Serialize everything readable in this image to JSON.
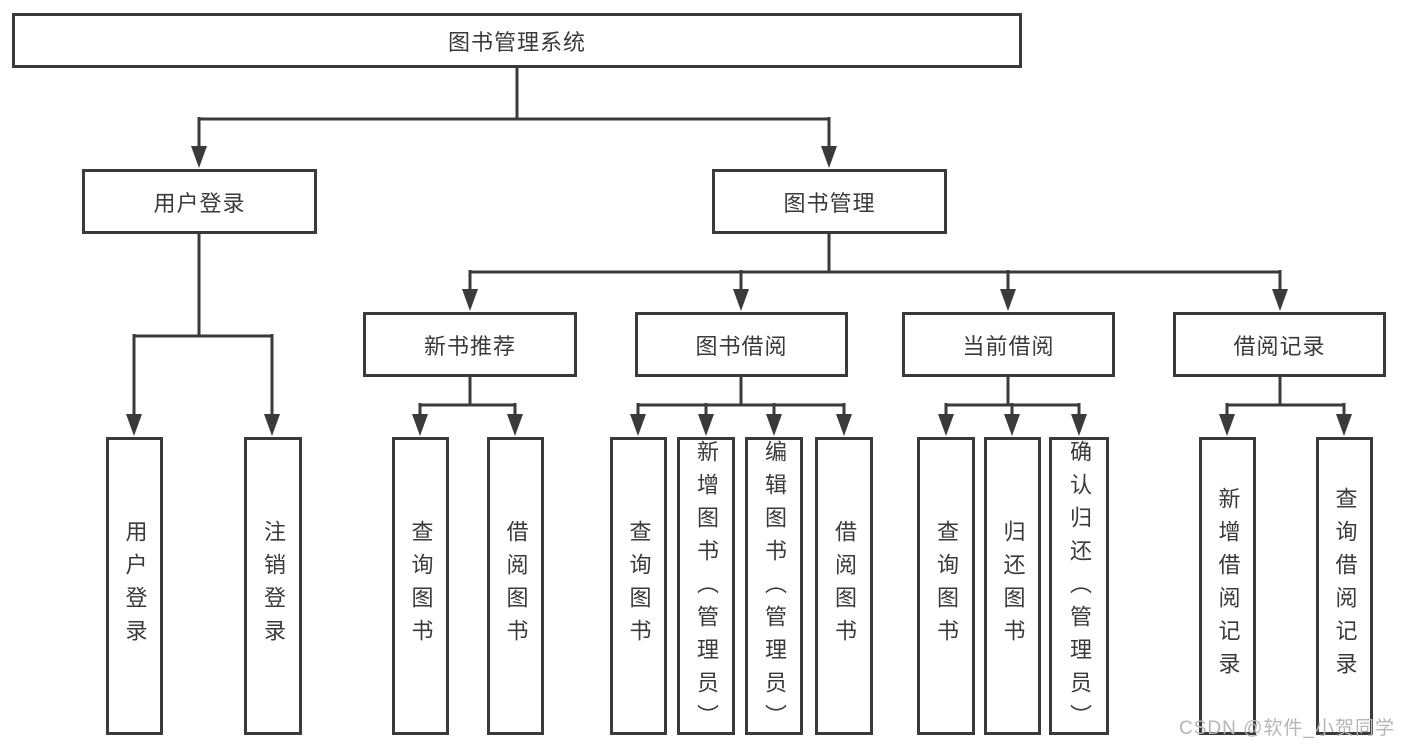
{
  "diagram": {
    "type": "function-structure-tree",
    "colors": {
      "line": "#3a3a3a",
      "box_border": "#3a3a3a",
      "text": "#3a3a3a",
      "background": "#ffffff",
      "watermark": "#b6b6b6"
    },
    "root": {
      "label": "图书管理系统"
    },
    "branches": [
      {
        "label": "用户登录",
        "children": [
          {
            "label": "用户登录"
          },
          {
            "label": "注销登录"
          }
        ]
      },
      {
        "label": "图书管理",
        "children": [
          {
            "label": "新书推荐",
            "children": [
              {
                "label": "查询图书"
              },
              {
                "label": "借阅图书"
              }
            ]
          },
          {
            "label": "图书借阅",
            "children": [
              {
                "label": "查询图书"
              },
              {
                "label": "新增图书（管理员）"
              },
              {
                "label": "编辑图书（管理员）"
              },
              {
                "label": "借阅图书"
              }
            ]
          },
          {
            "label": "当前借阅",
            "children": [
              {
                "label": "查询图书"
              },
              {
                "label": "归还图书"
              },
              {
                "label": "确认归还（管理员）"
              }
            ]
          },
          {
            "label": "借阅记录",
            "children": [
              {
                "label": "新增借阅记录"
              },
              {
                "label": "查询借阅记录"
              }
            ]
          }
        ]
      }
    ],
    "watermark": {
      "text": "CSDN @软件_小贺同学"
    }
  }
}
